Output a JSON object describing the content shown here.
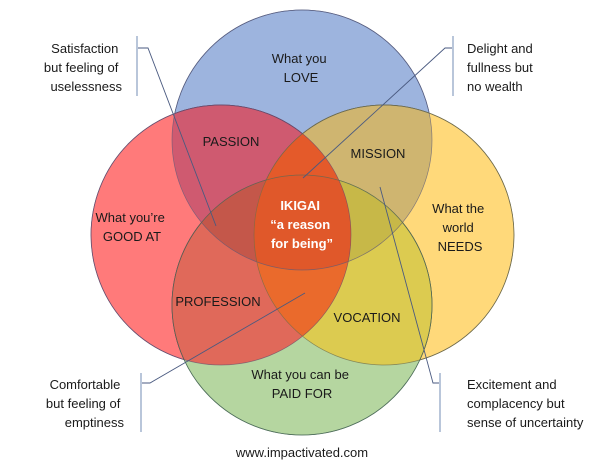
{
  "title": "Ikigai Venn Diagram",
  "circles": [
    {
      "id": "love",
      "lines": [
        "What you",
        "LOVE"
      ],
      "color": "#8eaadb"
    },
    {
      "id": "good_at",
      "lines": [
        "What you’re",
        "GOOD AT"
      ],
      "color": "#ff6b6b"
    },
    {
      "id": "needs",
      "lines": [
        "What the",
        "world",
        "NEEDS"
      ],
      "color": "#ffd66b"
    },
    {
      "id": "paid_for",
      "lines": [
        "What you can be",
        "PAID FOR"
      ],
      "color": "#a9d08e"
    }
  ],
  "overlaps": {
    "passion": "PASSION",
    "mission": "MISSION",
    "profession": "PROFESSION",
    "vocation": "VOCATION"
  },
  "center": {
    "lines": [
      "IKIGAI",
      "“a reason",
      "for being”"
    ],
    "color": "#e8592a"
  },
  "annotations": {
    "top_left": [
      "Satisfaction",
      "but feeling of",
      "uselessness"
    ],
    "top_right": [
      "Delight and",
      "fullness but",
      "no wealth"
    ],
    "bottom_left": [
      "Comfortable",
      "but feeling of",
      "emptiness"
    ],
    "bottom_right": [
      "Excitement and",
      "complacency but",
      "sense of uncertainty"
    ]
  },
  "footer": "www.impactivated.com",
  "colors": {
    "outline": "#5a5a7a",
    "connector": "#4a5a80",
    "bracket": "#8aa0c0"
  }
}
